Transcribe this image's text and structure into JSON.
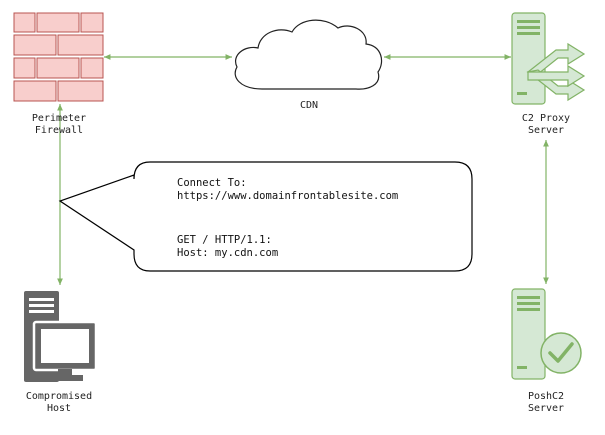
{
  "nodes": {
    "firewall": {
      "label_line1": "Perimeter",
      "label_line2": "Firewall"
    },
    "cdn": {
      "label": "CDN"
    },
    "c2_proxy": {
      "label_line1": "C2 Proxy",
      "label_line2": "Server"
    },
    "compromised_host": {
      "label_line1": "Compromised",
      "label_line2": "Host"
    },
    "poshc2": {
      "label_line1": "PoshC2",
      "label_line2": "Server"
    }
  },
  "callout": {
    "line1": "Connect To:",
    "line2": "https://www.domainfrontablesite.com",
    "line3": "GET / HTTP/1.1:",
    "line4": "Host: my.cdn.com"
  },
  "colors": {
    "connector": "#82b366",
    "firewall_fill": "#f8cecc",
    "firewall_stroke": "#b85450",
    "server_green": "#d5e8d4",
    "server_green_dark": "#82b366",
    "host_gray": "#666666"
  }
}
